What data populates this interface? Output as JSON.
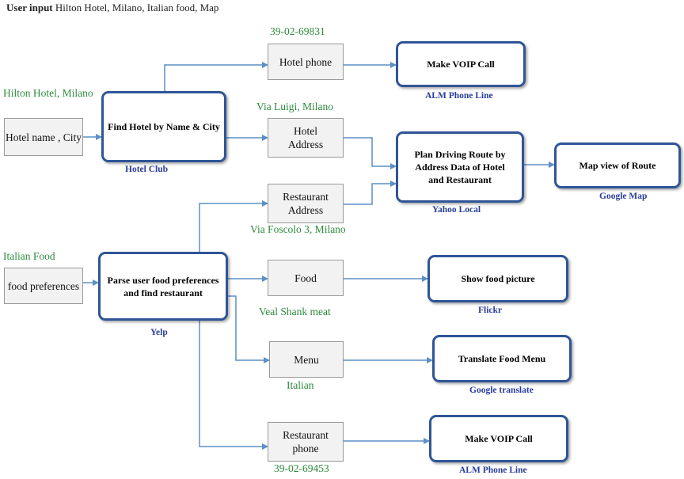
{
  "header": {
    "label": "User input",
    "value": "Hilton Hotel, Milano, Italian food, Map"
  },
  "inputs": {
    "hotel": "Hotel name , City",
    "hotel_value": "Hilton Hotel, Milano",
    "food": "food preferences",
    "food_value": "Italian Food"
  },
  "processes": {
    "find_hotel": "Find Hotel by Name & City",
    "find_hotel_service": "Hotel Club",
    "parse_food": "Parse user food preferences and find restaurant",
    "parse_food_service": "Yelp"
  },
  "data_items": {
    "hotel_phone": {
      "label": "Hotel phone",
      "value": "39-02-69831"
    },
    "hotel_address": {
      "label": "Hotel Address",
      "value": "Via Luigi, Milano"
    },
    "restaurant_address": {
      "label": "Restaurant Address",
      "value": "Via Foscolo 3, Milano"
    },
    "food": {
      "label": "Food",
      "value": "Veal Shank meat"
    },
    "menu": {
      "label": "Menu",
      "value": "Italian"
    },
    "restaurant_phone": {
      "label": "Restaurant phone",
      "value": "39-02-69453"
    }
  },
  "services": {
    "voip_hotel": {
      "label": "Make VOIP Call",
      "provider": "ALM Phone Line"
    },
    "route": {
      "label": "Plan Driving Route by Address Data of Hotel and Restaurant",
      "provider": "Yahoo Local"
    },
    "map_view": {
      "label": "Map view of Route",
      "provider": "Google Map"
    },
    "food_picture": {
      "label": "Show food picture",
      "provider": "Flickr"
    },
    "translate": {
      "label": "Translate Food Menu",
      "provider": "Google translate"
    },
    "voip_restaurant": {
      "label": "Make VOIP Call",
      "provider": "ALM Phone Line"
    }
  },
  "colors": {
    "arrow": "#5b8fc7",
    "service_border": "#2f5597",
    "value_text": "#2e8b3e",
    "provider_text": "#2a3d9c"
  }
}
